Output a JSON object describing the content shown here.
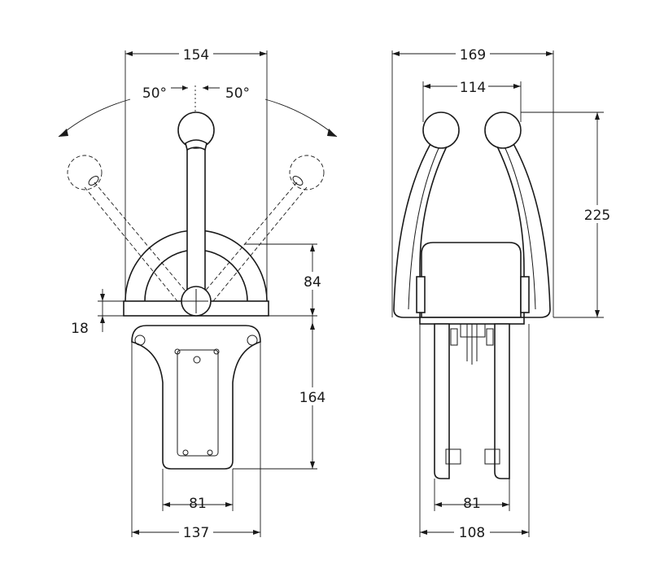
{
  "dimensions": {
    "front_width_top": "154",
    "angle_left": "50°",
    "angle_right": "50°",
    "height_upper": "84",
    "offset_small": "18",
    "height_lower": "164",
    "front_inner_width": "81",
    "front_base_width": "137",
    "side_width_top": "169",
    "knob_spacing": "114",
    "overall_height": "225",
    "side_inner_width": "81",
    "side_base_width": "108"
  }
}
